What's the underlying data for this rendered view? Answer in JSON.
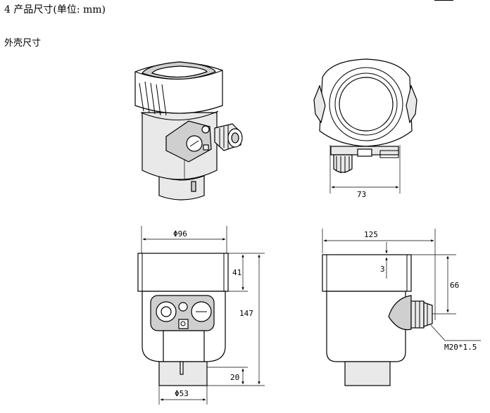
{
  "page": {
    "heading": "4 产品尺寸(单位: mm)",
    "subheading": "外壳尺寸"
  },
  "dimensions": {
    "side_view_width": "73",
    "front_diameter_top": "Φ96",
    "front_height_top": "41",
    "front_height_total": "147",
    "front_height_bottom": "20",
    "front_diameter_bottom": "Φ53",
    "side_width": "125",
    "side_offset": "3",
    "side_height_upper": "66",
    "thread_spec": "M20*1.5"
  }
}
